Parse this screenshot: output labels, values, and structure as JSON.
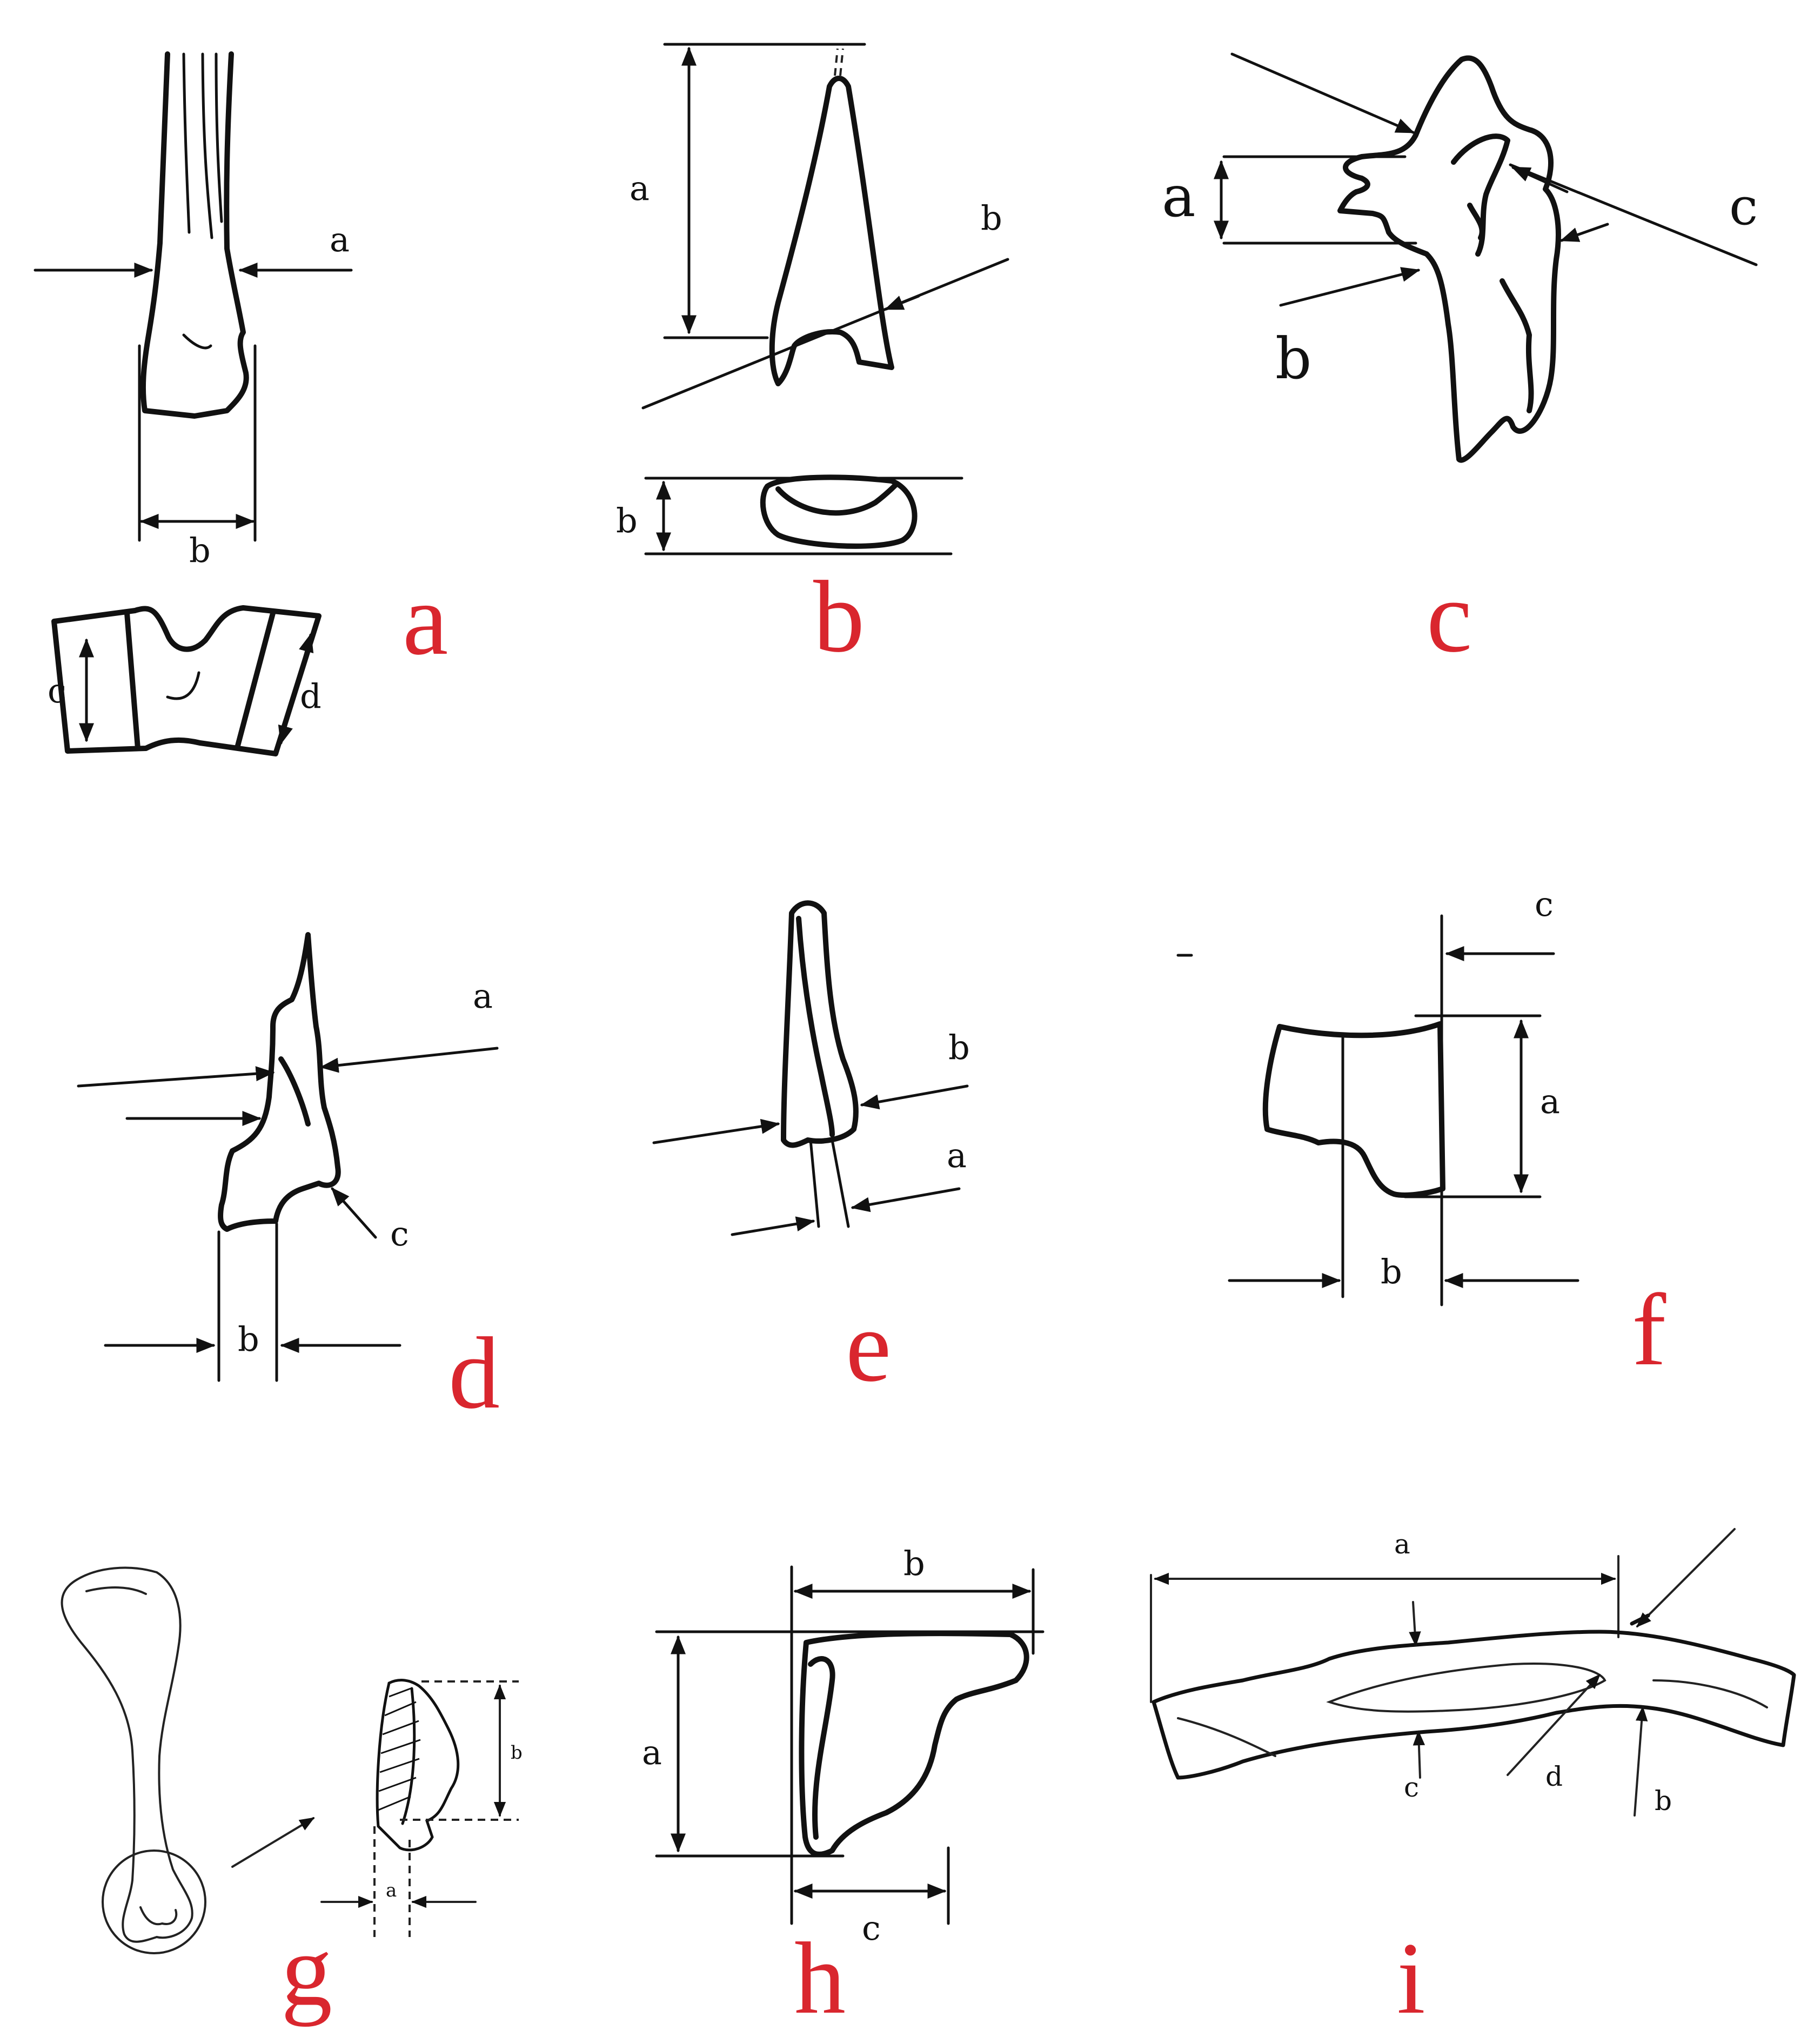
{
  "panels": [
    {
      "id": "a",
      "caption": "a",
      "measure_labels": [
        "a",
        "b",
        "c",
        "d"
      ]
    },
    {
      "id": "b",
      "caption": "b",
      "measure_labels": [
        "a",
        "b",
        "b"
      ]
    },
    {
      "id": "c",
      "caption": "c",
      "measure_labels": [
        "a",
        "b",
        "c"
      ]
    },
    {
      "id": "d",
      "caption": "d",
      "measure_labels": [
        "a",
        "b",
        "c"
      ]
    },
    {
      "id": "e",
      "caption": "e",
      "measure_labels": [
        "b",
        "a"
      ]
    },
    {
      "id": "f",
      "caption": "f",
      "measure_labels": [
        "c",
        "a",
        "b"
      ]
    },
    {
      "id": "g",
      "caption": "g",
      "measure_labels": [
        "b",
        "a"
      ]
    },
    {
      "id": "h",
      "caption": "h",
      "measure_labels": [
        "b",
        "a",
        "c"
      ]
    },
    {
      "id": "i",
      "caption": "i",
      "measure_labels": [
        "a",
        "d",
        "c",
        "b"
      ]
    }
  ],
  "colors": {
    "caption": "#d9262e",
    "line": "#111111",
    "background": "#ffffff"
  }
}
